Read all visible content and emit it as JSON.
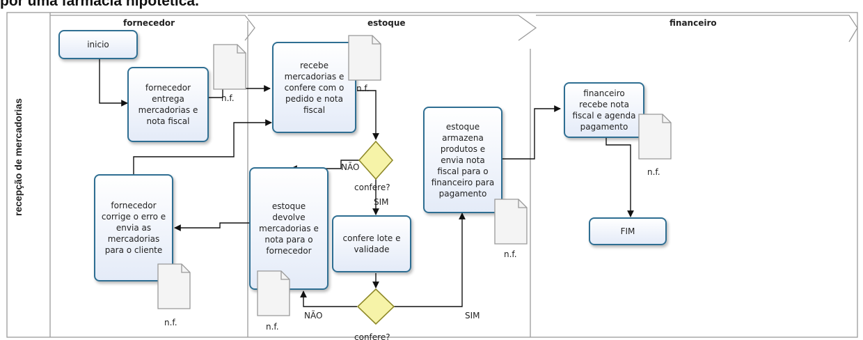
{
  "title": "por uma farmácia hipotética.",
  "pool": {
    "label": "recepção de mercadorias"
  },
  "lanes": [
    {
      "name": "fornecedor"
    },
    {
      "name": "estoque"
    },
    {
      "name": "financeiro"
    }
  ],
  "nodes": {
    "inicio": "inicio",
    "fornecedor_entrega": "fornecedor\nentrega\nmercadorias e\nnota fiscal",
    "fornecedor_corrige": "fornecedor\ncorrige o erro e\nenvia as\nmercadorias\npara o cliente",
    "recebe_mercadorias": "recebe\nmercadorias e\nconfere com o\npedido e nota\nfiscal",
    "estoque_devolve": "estoque\ndevolve\nmercadorias e\nnota para o\nfornecedor",
    "confere_lote": "confere lote e\nvalidade",
    "estoque_armazena": "estoque\narmazena\nprodutos e\nenvia nota\nfiscal para o\nfinanceiro para\npagamento",
    "financeiro_recebe": "financeiro\nrecebe nota\nfiscal e agenda\npagamento",
    "fim": "FIM"
  },
  "gateways": {
    "confere_1": "confere?",
    "confere_2": "confere?"
  },
  "flow_labels": {
    "nao_1": "NÃO",
    "sim_1": "SIM",
    "nao_2": "NÃO",
    "sim_2": "SIM"
  },
  "documents": {
    "doc_fornecedor_entrega": "n.f.",
    "doc_recebe": "n.f.",
    "doc_corrige": "n.f.",
    "doc_devolve": "n.f.",
    "doc_armazena": "n.f.",
    "doc_financeiro": "n.f."
  },
  "colors": {
    "node_border": "#2e6e92",
    "node_fill_top": "#ffffff",
    "node_fill_bottom": "#e4ebf8",
    "gateway_fill": "#f6f3a8",
    "gateway_border": "#8f8a2a",
    "lane_line": "#9a9a9a",
    "arrow": "#111111"
  }
}
